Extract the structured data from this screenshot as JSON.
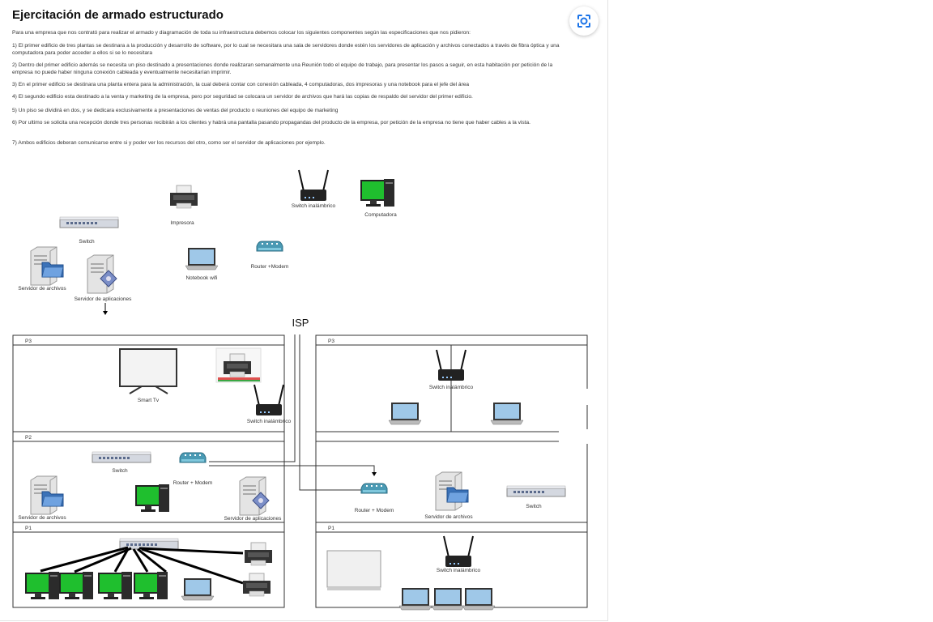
{
  "title": "Ejercitación de armado estructurado",
  "intro": "Para una empresa que  nos contrató para realizar el armado y diagramación de toda su infraestructura debemos colocar los siguientes componentes según las especificaciones que nos pidieron:",
  "requirements": [
    "1) El primer edificio de tres plantas se destinara a la producción y desarrollo de software, por lo cual se necesitara una sala de servidores donde estén los servidores de aplicación y archivos conectados a través de fibra óptica y una computadora para poder acceder a ellos si se lo necesitara",
    "2) Dentro del primer edificio además se necesita un piso destinado a presentaciones donde realizaran semanalmente una Reunión todo el equipo de trabajo, para presentar los pasos a seguir, en esta habitación por petición de la empresa no puede haber ninguna conexión cableada y eventualmente necesitarían imprimir.",
    "3) En el primer edificio se destinara una planta entera para la administración, la cual deberá contar con conexión cableada, 4 computadoras, dos impresoras y una notebook para el jefe del área",
    "4) El segundo edificio esta destinado a la venta y marketing de la empresa, pero por seguridad se colocara un servidor de archivos que hará las copias de respaldo del servidor del primer edificio.",
    "5) Un piso se dividirá en dos, y se dedicara exclusivamente a presentaciones de ventas del producto o reuniones del equipo de marketing",
    "6) Por ultimo se solicita una recepción donde tres personas recibirán a los clientes y habrá una pantalla pasando propagandas del producto de la empresa, por petición de la empresa no tiene que haber cables a la vista.",
    "7) Ambos edificios deberan comunicarse entre si y poder ver los recursos del otro, como ser el servidor de aplicaciones por ejemplo."
  ],
  "legend": {
    "impresora": "Impresora",
    "switch_inalambrico": "Switch inalámbrico",
    "computadora": "Computadora",
    "switch": "Switch",
    "notebook_wifi": "Notebook wifi",
    "router_modem": "Router +Modem",
    "servidor_archivos": "Servidor de archivos",
    "servidor_aplicaciones": "Servidor de aplicaciones"
  },
  "isp": "ISP",
  "building1": {
    "p3": {
      "label": "P3",
      "smart_tv": "Smart Tv",
      "switch_inalambrico": "Switch inalámbrico"
    },
    "p2": {
      "label": "P2",
      "switch": "Switch",
      "router": "Router + Modem",
      "servidor_archivos": "Servidor de archivos",
      "servidor_aplicaciones": "Servidor de aplicaciones"
    },
    "p1": {
      "label": "P1"
    }
  },
  "building2": {
    "p3": {
      "label": "P3",
      "switch_inalambrico": "Switch inalámbrico"
    },
    "p2": {
      "router": "Router + Modem",
      "servidor_archivos": "Servidor de archivos",
      "switch": "Switch"
    },
    "p1": {
      "label": "P1",
      "switch_inalambrico": "Switch inalámbrico"
    }
  },
  "colors": {
    "screen_green": "#1fbf2e",
    "device_dark": "#222222",
    "router_teal": "#4a9ab4",
    "lens_blue": "#1a73e8"
  }
}
